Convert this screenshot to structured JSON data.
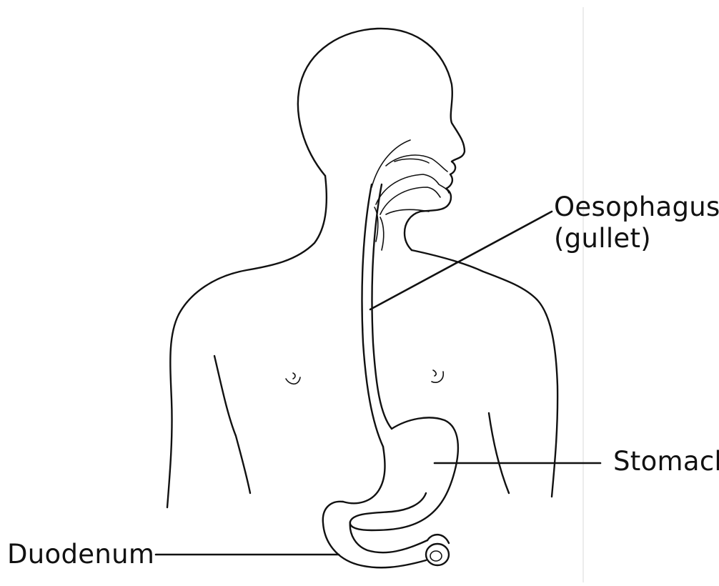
{
  "labels": {
    "oesophagus": "Oesophagus",
    "oesophagus_alt": "(gullet)",
    "stomach": "Stomach",
    "duodenum": "Duodenum"
  },
  "colors": {
    "line": "#111111",
    "background": "#ffffff",
    "divider": "#d8d8d8"
  }
}
